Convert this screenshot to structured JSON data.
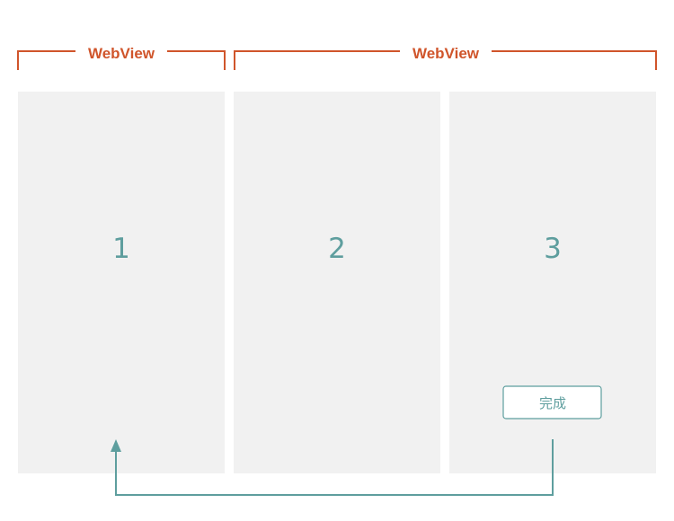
{
  "colors": {
    "bracket": "#d0552b",
    "panel": "#f1f1f1",
    "accent": "#5e9e9e"
  },
  "brackets": [
    {
      "label": "WebView"
    },
    {
      "label": "WebView"
    }
  ],
  "screens": [
    {
      "number": "1"
    },
    {
      "number": "2"
    },
    {
      "number": "3"
    }
  ],
  "done_button": {
    "label": "完成"
  }
}
